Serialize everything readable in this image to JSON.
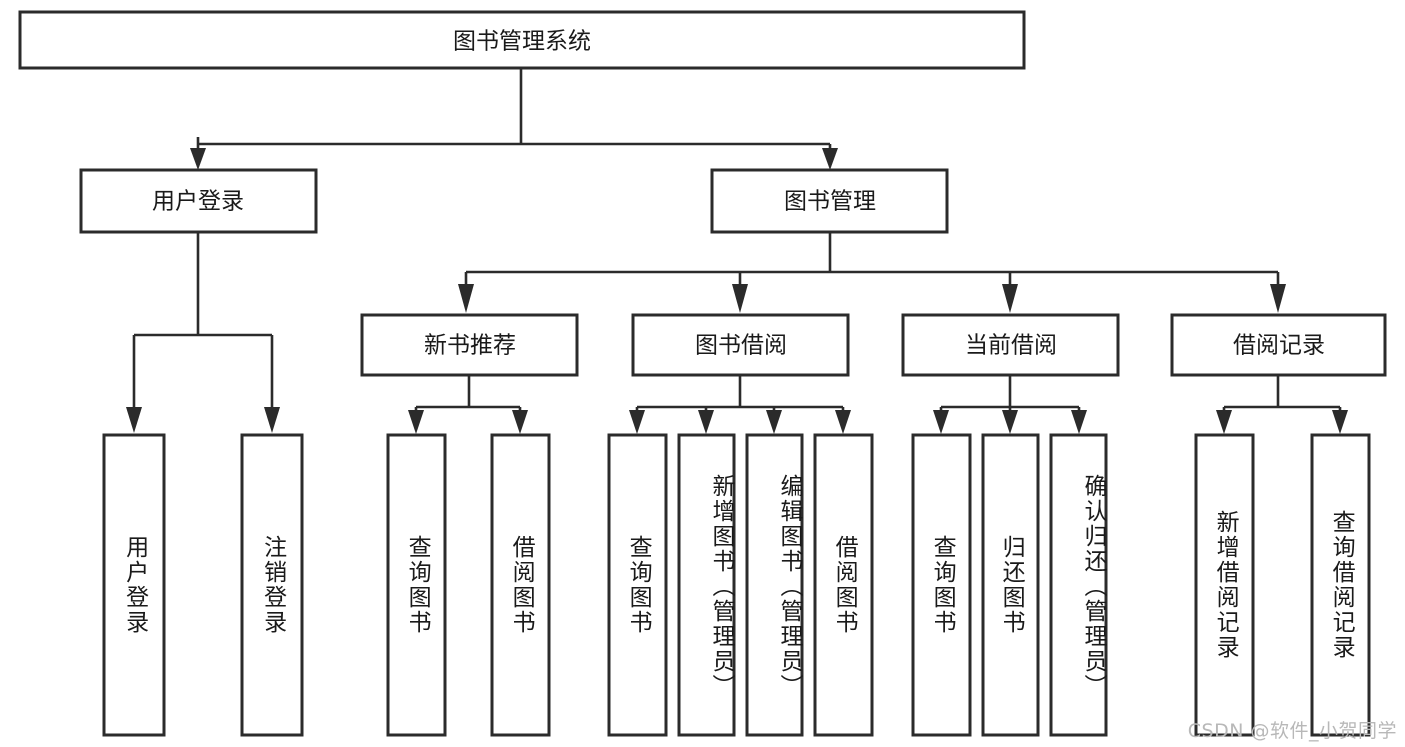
{
  "diagram": {
    "type": "tree",
    "title": "图书管理系统",
    "root": {
      "id": "root",
      "label": "图书管理系统",
      "orientation": "horizontal"
    },
    "level1": [
      {
        "id": "user-login",
        "label": "用户登录",
        "orientation": "horizontal"
      },
      {
        "id": "book-management",
        "label": "图书管理",
        "orientation": "horizontal"
      }
    ],
    "level2": [
      {
        "id": "new-book-recommend",
        "label": "新书推荐",
        "parent": "book-management",
        "orientation": "horizontal"
      },
      {
        "id": "book-borrow",
        "label": "图书借阅",
        "parent": "book-management",
        "orientation": "horizontal"
      },
      {
        "id": "current-borrow",
        "label": "当前借阅",
        "parent": "book-management",
        "orientation": "horizontal"
      },
      {
        "id": "borrow-record",
        "label": "借阅记录",
        "parent": "book-management",
        "orientation": "horizontal"
      }
    ],
    "leaves": [
      {
        "id": "leaf-user-login",
        "label": "用户登录",
        "parent": "user-login",
        "orientation": "vertical"
      },
      {
        "id": "leaf-logout-login",
        "label": "注销登录",
        "parent": "user-login",
        "orientation": "vertical"
      },
      {
        "id": "leaf-query-book-1",
        "label": "查询图书",
        "parent": "new-book-recommend",
        "orientation": "vertical"
      },
      {
        "id": "leaf-borrow-book-1",
        "label": "借阅图书",
        "parent": "new-book-recommend",
        "orientation": "vertical"
      },
      {
        "id": "leaf-query-book-2",
        "label": "查询图书",
        "parent": "book-borrow",
        "orientation": "vertical"
      },
      {
        "id": "leaf-add-book",
        "label": "新增图书（管理员）",
        "parent": "book-borrow",
        "orientation": "vertical"
      },
      {
        "id": "leaf-edit-book",
        "label": "编辑图书（管理员）",
        "parent": "book-borrow",
        "orientation": "vertical"
      },
      {
        "id": "leaf-borrow-book-2",
        "label": "借阅图书",
        "parent": "book-borrow",
        "orientation": "vertical"
      },
      {
        "id": "leaf-query-book-3",
        "label": "查询图书",
        "parent": "current-borrow",
        "orientation": "vertical"
      },
      {
        "id": "leaf-return-book",
        "label": "归还图书",
        "parent": "current-borrow",
        "orientation": "vertical"
      },
      {
        "id": "leaf-confirm-return",
        "label": "确认归还（管理员）",
        "parent": "current-borrow",
        "orientation": "vertical"
      },
      {
        "id": "leaf-add-record",
        "label": "新增借阅记录",
        "parent": "borrow-record",
        "orientation": "vertical"
      },
      {
        "id": "leaf-query-record",
        "label": "查询借阅记录",
        "parent": "borrow-record",
        "orientation": "vertical"
      }
    ],
    "colors": {
      "stroke": "#2b2b2b",
      "fill": "#ffffff",
      "text": "#1a1a1a",
      "watermark": "#b8b8b8"
    }
  },
  "watermark": {
    "text": "CSDN @软件_小贺同学"
  }
}
